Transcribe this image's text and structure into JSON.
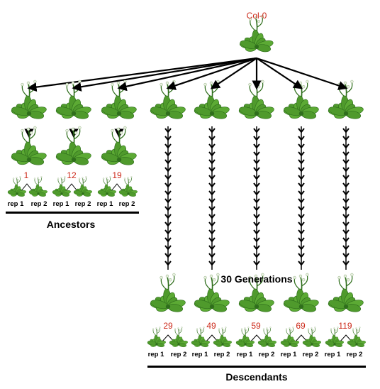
{
  "root": {
    "label": "Col-0"
  },
  "ancestors": {
    "title": "Ancestors",
    "lines": [
      {
        "id": "1",
        "rep_labels": [
          "rep 1",
          "rep 2"
        ]
      },
      {
        "id": "12",
        "rep_labels": [
          "rep 1",
          "rep 2"
        ]
      },
      {
        "id": "19",
        "rep_labels": [
          "rep 1",
          "rep 2"
        ]
      }
    ]
  },
  "generations_label": "30 Generations",
  "descendants": {
    "title": "Descendants",
    "lines": [
      {
        "id": "29",
        "rep_labels": [
          "rep 1",
          "rep 2"
        ]
      },
      {
        "id": "49",
        "rep_labels": [
          "rep 1",
          "rep 2"
        ]
      },
      {
        "id": "59",
        "rep_labels": [
          "rep 1",
          "rep 2"
        ]
      },
      {
        "id": "69",
        "rep_labels": [
          "rep 1",
          "rep 2"
        ]
      },
      {
        "id": "119",
        "rep_labels": [
          "rep 1",
          "rep 2"
        ]
      }
    ]
  },
  "colors": {
    "label_red": "#cc2a1a",
    "leaf": "#4f9a2c",
    "leaf_dark": "#2f6e1c",
    "arrow": "#000000"
  }
}
